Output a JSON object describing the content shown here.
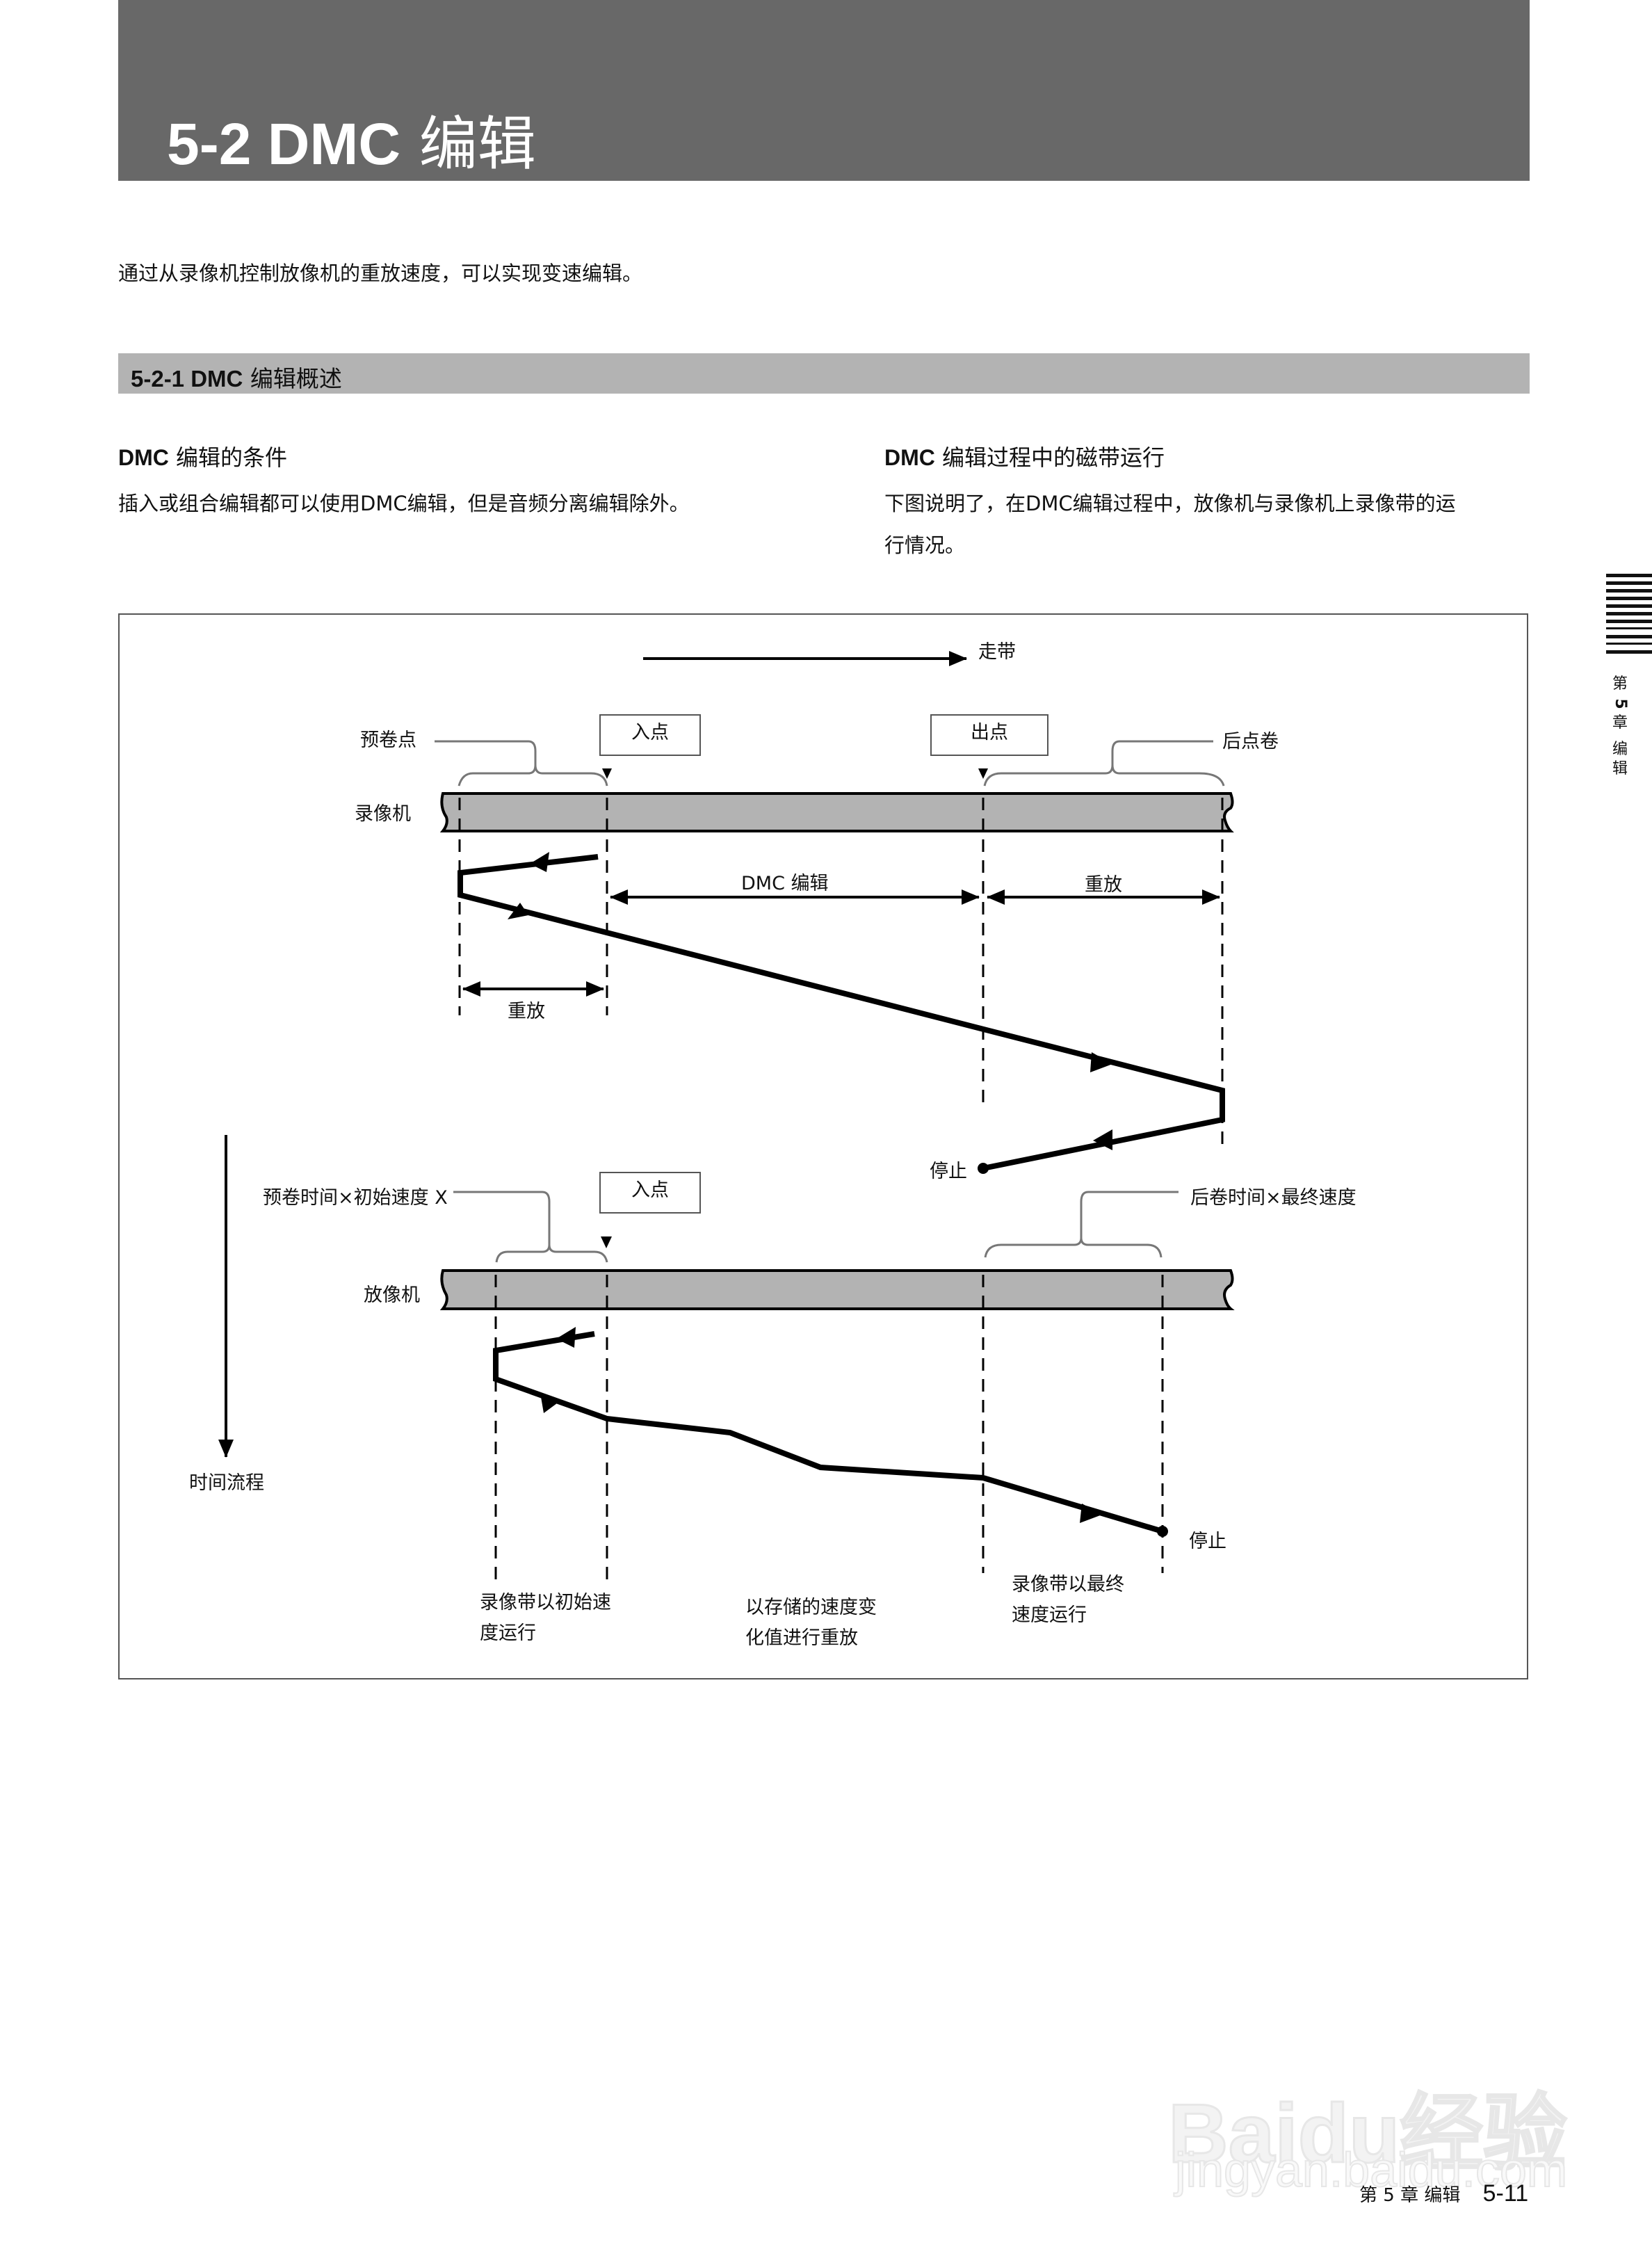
{
  "header": {
    "title_number": "5-2 DMC",
    "title_text": "编辑"
  },
  "intro": "通过从录像机控制放像机的重放速度，可以实现变速编辑。",
  "section": {
    "number": "5-2-1 DMC",
    "title": "编辑概述"
  },
  "left_column": {
    "heading_bold": "DMC",
    "heading_text": "编辑的条件",
    "body": "插入或组合编辑都可以使用DMC编辑，但是音频分离编辑除外。"
  },
  "right_column": {
    "heading_bold": "DMC",
    "heading_text": "编辑过程中的磁带运行",
    "body_line1": "下图说明了，在DMC编辑过程中，放像机与录像机上录像带的运",
    "body_line2": "行情况。"
  },
  "side_tab": {
    "label_lines": [
      "第",
      "5",
      "章",
      "编",
      "辑"
    ]
  },
  "diagram": {
    "tape_direction_label": "走带",
    "recorder": {
      "label": "录像机",
      "preroll_label": "预卷点",
      "in_point_label": "入点",
      "out_point_label": "出点",
      "postroll_label": "后点卷",
      "dmc_edit_span_label": "DMC 编辑",
      "playback_span_right_label": "重放",
      "playback_span_left_label": "重放",
      "stop_label": "停止"
    },
    "player": {
      "label": "放像机",
      "preroll_label": "预卷时间×初始速度 X",
      "in_point_label": "入点",
      "postroll_label": "后卷时间×最终速度",
      "stop_label": "停止",
      "note_initial_line1": "录像带以初始速",
      "note_initial_line2": "度运行",
      "note_stored_line1": "以存储的速度变",
      "note_stored_line2": "化值进行重放",
      "note_final_line1": "录像带以最终",
      "note_final_line2": "速度运行"
    },
    "time_flow_label": "时间流程",
    "colors": {
      "tape_fill": "#b3b3b3",
      "tape_border": "#000000",
      "bracket": "#777777",
      "frame": "#555555"
    }
  },
  "watermark": {
    "logo_text": "Baidu经验",
    "url": "jingyan.baidu.com"
  },
  "footer": {
    "chapter": "第 5 章  编辑",
    "page_number": "5-11"
  }
}
